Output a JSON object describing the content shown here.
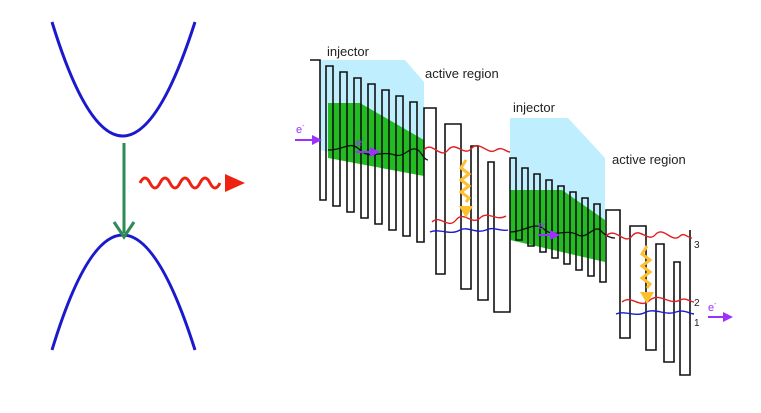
{
  "labels": {
    "injector_1": "injector",
    "active_region_1": "active region",
    "injector_2": "injector",
    "active_region_2": "active region",
    "electron": "e",
    "electron_charge": "-",
    "level_3": "3",
    "level_2": "2",
    "level_1": "1"
  },
  "colors": {
    "band_curve": "#1a1acc",
    "transition_arrow": "#2e8b57",
    "photon": "#ee2211",
    "electron_arrow": "#9b30ff",
    "injector_fill": "#bfefff",
    "miniband_fill": "#22bb22",
    "upper_state": "#e02020",
    "lower_state": "#1a1acc",
    "emission_arrow": "#ffc030",
    "barrier_line": "#111111"
  },
  "icons": {
    "photon": "wavy-photon-arrow-icon",
    "electron": "electron-arrow-icon",
    "transition": "downward-transition-arrow-icon",
    "emission": "zigzag-emission-arrow-icon"
  }
}
